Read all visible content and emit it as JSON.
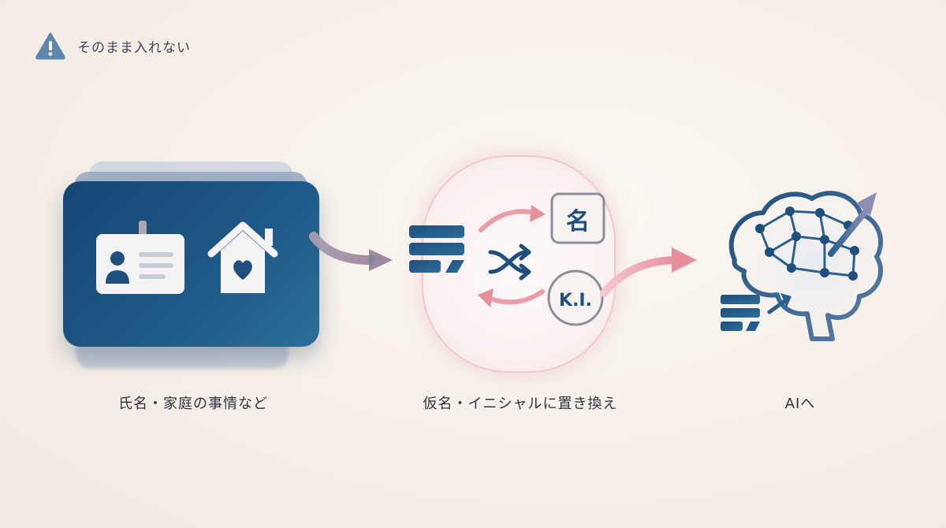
{
  "header": {
    "warning_label": "そのまま入れない"
  },
  "steps": [
    {
      "caption": "氏名・家庭の事情など"
    },
    {
      "caption": "仮名・イニシャルに置き換え",
      "name_chip": "名",
      "initials_chip": "K.I."
    },
    {
      "caption": "AIへ"
    }
  ],
  "colors": {
    "navy": "#1f4f7c",
    "pink": "#e8a2ab",
    "cream": "#f7f1ea"
  }
}
